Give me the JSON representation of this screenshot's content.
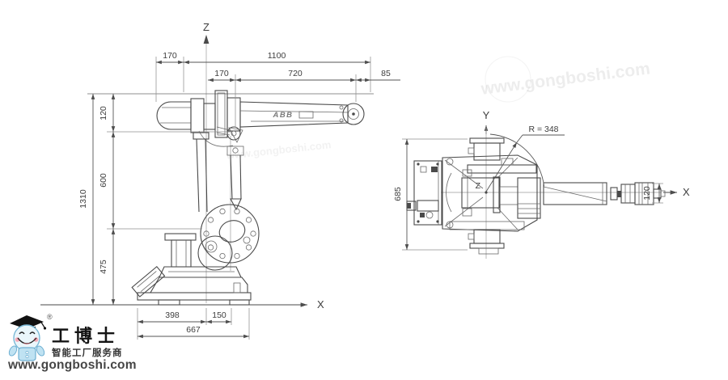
{
  "drawing": {
    "side_view": {
      "axis_vertical": "Z",
      "axis_horizontal": "X",
      "arm_brand": "ABB",
      "dims": {
        "rear_offset": "170",
        "arm_reach": "1100",
        "axis_to_elbow": "170",
        "elbow_to_wrist": "720",
        "wrist_tip": "85",
        "overall_height": "1310",
        "upper_height": "120",
        "mid_height": "600",
        "base_height": "475",
        "base_front": "398",
        "base_rear": "150",
        "base_total": "667"
      }
    },
    "top_view": {
      "axis_vertical": "Y",
      "axis_horizontal": "X",
      "center_label": "Z",
      "dims": {
        "overall_width": "685",
        "wrist_width": "120",
        "turn_radius": "R = 348"
      }
    }
  },
  "watermark": {
    "text": "www.gongboshi.com"
  },
  "logo": {
    "registered_mark": "®",
    "brand": "工博士",
    "tagline": "智能工厂服务商",
    "website": "www.gongboshi.com"
  },
  "colors": {
    "background": "#ffffff",
    "line": "#4a4a4a",
    "dim_text": "#3d3d3d",
    "logo_black": "#141414",
    "logo_gray": "#454545",
    "mascot_blue": "#bfe2f2",
    "mascot_blue_dark": "#6fb0d2",
    "blush_pink": "#f4a7b4",
    "tongue_red": "#e2606e"
  }
}
